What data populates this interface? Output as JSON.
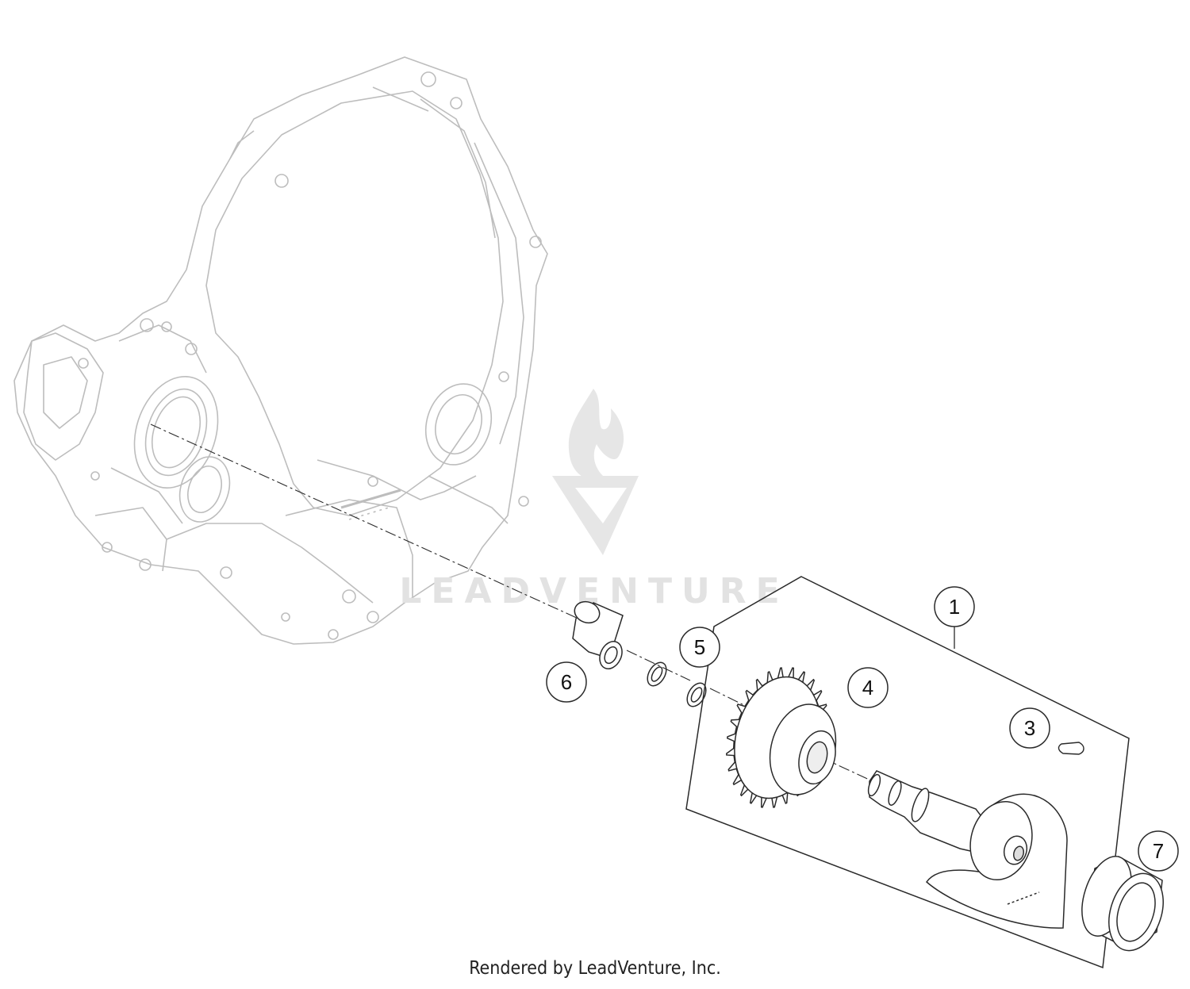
{
  "watermark": {
    "text": "LEADVENTURE"
  },
  "footer": {
    "text": "Rendered by LeadVenture, Inc."
  },
  "callouts": [
    {
      "id": "1",
      "label": "1"
    },
    {
      "id": "3",
      "label": "3"
    },
    {
      "id": "4",
      "label": "4"
    },
    {
      "id": "5",
      "label": "5"
    },
    {
      "id": "6",
      "label": "6"
    },
    {
      "id": "7",
      "label": "7"
    }
  ],
  "colors": {
    "line": "#2a2a2a",
    "ghost": "#bdbdbd",
    "watermark": "#e2e2e2"
  }
}
